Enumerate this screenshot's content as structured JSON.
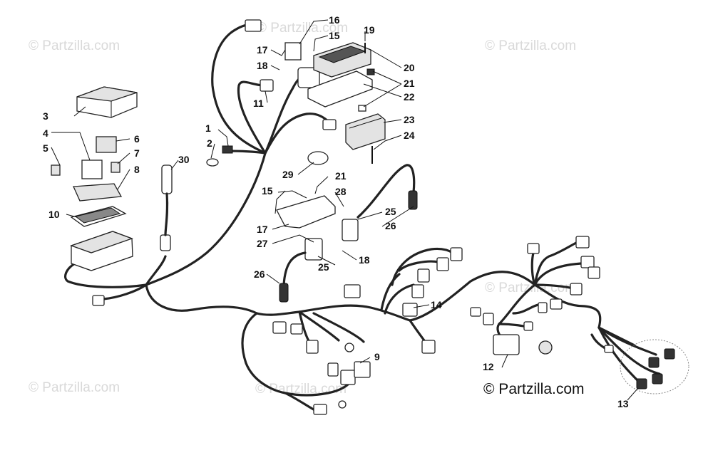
{
  "watermarks": [
    "© Partzilla.com",
    "© Partzilla.com",
    "© Partzilla.com",
    "© Partzilla.com",
    "© Partzilla.com",
    "© Partzilla.com"
  ],
  "copyright": "© Partzilla.com",
  "callouts": {
    "c1": "1",
    "c2": "2",
    "c3": "3",
    "c4": "4",
    "c5": "5",
    "c6": "6",
    "c7": "7",
    "c8": "8",
    "c9": "9",
    "c10": "10",
    "c11": "11",
    "c12": "12",
    "c13": "13",
    "c14": "14",
    "c15a": "15",
    "c15b": "15",
    "c16": "16",
    "c17a": "17",
    "c17b": "17",
    "c18a": "18",
    "c18b": "18",
    "c19": "19",
    "c20": "20",
    "c21a": "21",
    "c21b": "21",
    "c22": "22",
    "c23": "23",
    "c24": "24",
    "c25a": "25",
    "c25b": "25",
    "c26a": "26",
    "c26b": "26",
    "c27": "27",
    "c28": "28",
    "c29": "29",
    "c30": "30"
  },
  "colors": {
    "line": "#222222",
    "watermark": "#d9d9d9",
    "background": "#ffffff"
  }
}
